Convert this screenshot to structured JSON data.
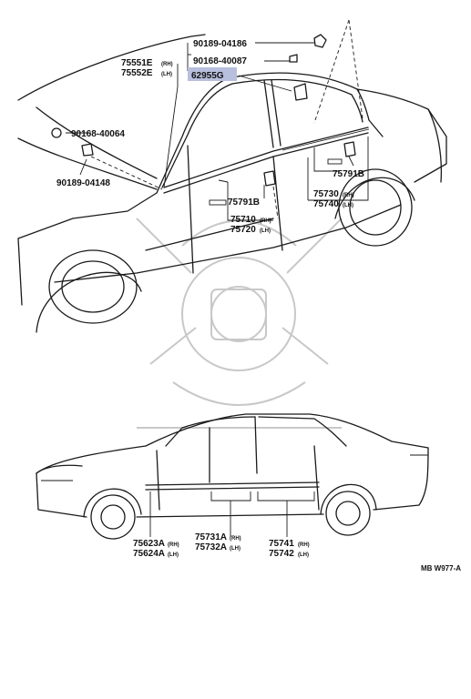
{
  "labels": {
    "p90189_04186": "90189-04186",
    "p90168_40087": "90168-40087",
    "p62955g": "62955G",
    "p75551e": "75551E",
    "p75552e": "75552E",
    "p90168_40064": "90168-40064",
    "p90189_04148": "90189-04148",
    "p75791b_a": "75791B",
    "p75791b_b": "75791B",
    "p75730": "75730",
    "p75740": "75740",
    "p75710": "75710",
    "p75720": "75720",
    "p75623a": "75623A",
    "p75624a": "75624A",
    "p75731a": "75731A",
    "p75732a": "75732A",
    "p75741": "75741",
    "p75742": "75742",
    "diagram_code": "MB W977-A"
  },
  "side": {
    "rh": "(RH)",
    "lh": "(LH)"
  },
  "highlight_color": "#b7bfdd"
}
